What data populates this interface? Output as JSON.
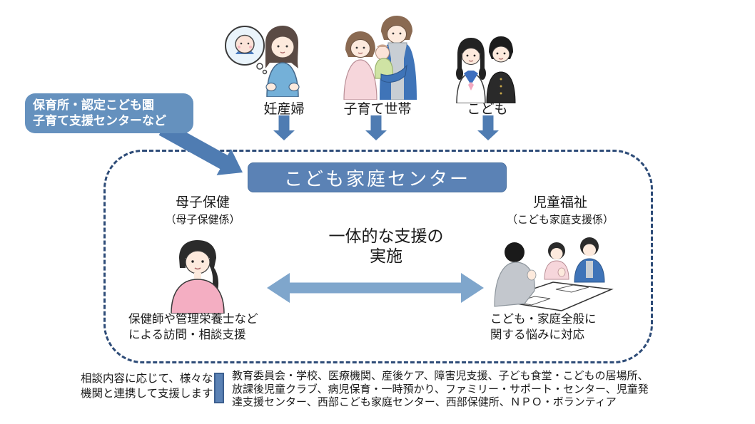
{
  "callout": {
    "line1": "保育所・認定こども園",
    "line2": "子育て支援センターなど"
  },
  "audiences": [
    {
      "label": "妊産婦"
    },
    {
      "label": "子育て世帯"
    },
    {
      "label": "こども"
    }
  ],
  "center_box": {
    "title": "こども家庭センター"
  },
  "left_section": {
    "title": "母子保健",
    "subtitle": "（母子保健係）",
    "caption_line1": "保健師や管理栄養士など",
    "caption_line2": "による訪問・相談支援"
  },
  "right_section": {
    "title": "児童福祉",
    "subtitle": "（こども家庭支援係）",
    "caption_line1": "こども・家庭全般に",
    "caption_line2": "関する悩みに対応"
  },
  "mission": {
    "line1": "一体的な支援の",
    "line2": "実施"
  },
  "footer": {
    "note_line1": "相談内容に応じて、様々な",
    "note_line2": "機関と連携して支援します",
    "partners_line1": "教育委員会・学校、医療機関、産後ケア、障害児支援、子ども食堂・こどもの居場所、",
    "partners_line2": "放課後児童クラブ、病児保育・一時預かり、ファミリー・サポート・センター、児童発",
    "partners_line3": "達支援センター、西部こども家庭センター、西部保健所、ＮＰＯ・ボランティア"
  },
  "illustrations": {
    "pregnant_woman": "pregnant-woman-with-baby-thought-bubble",
    "family": "parents-holding-baby",
    "children": "schoolgirl-and-schoolboy",
    "nurse": "public-health-nurse",
    "consultation": "consultation-meeting-scene"
  },
  "colors": {
    "primary_blue": "#5b82b5",
    "callout_blue": "#6591be",
    "arrow_blue": "#4f7cb2",
    "double_arrow_blue": "#7fa6cc",
    "dashed_border_navy": "#2e4c78"
  }
}
